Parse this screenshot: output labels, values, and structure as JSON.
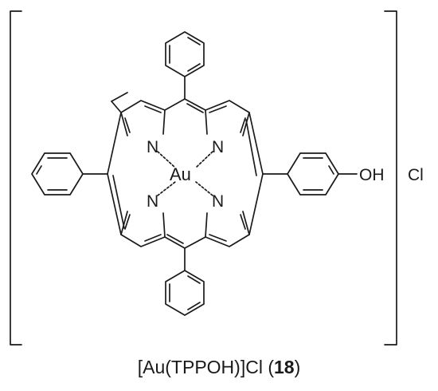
{
  "labels": {
    "metal": "Au",
    "nitrogen": "N",
    "hydroxyl": "OH",
    "counter_ion": "Cl"
  },
  "caption": {
    "formula": "[Au(TPPOH)]Cl (",
    "compound_number": "18",
    "close": ")"
  }
}
